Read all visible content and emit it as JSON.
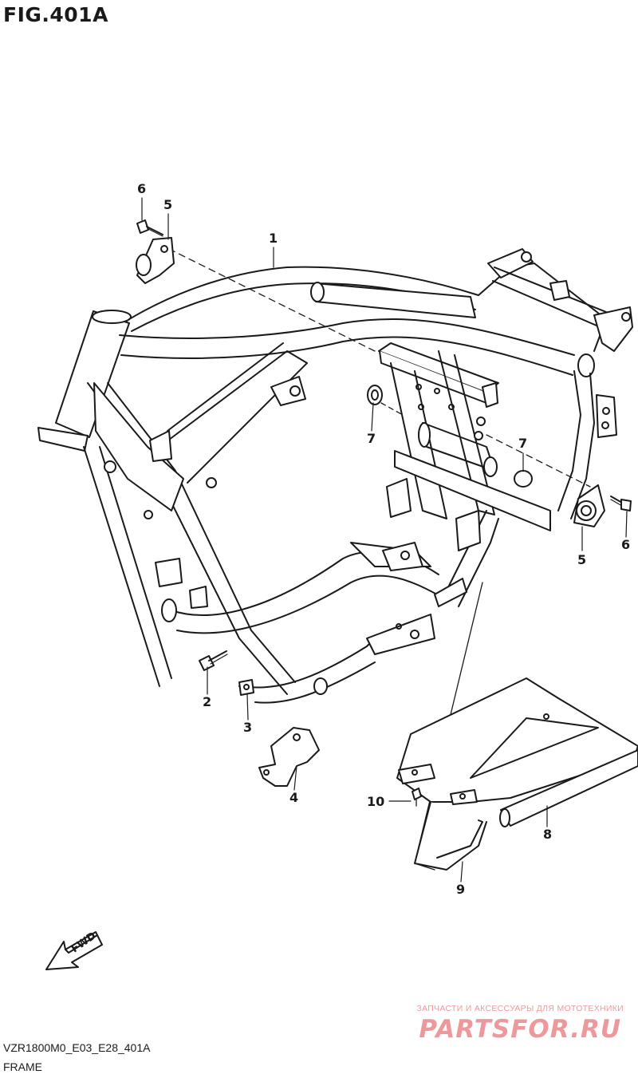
{
  "header": {
    "figure_id": "FIG.401A"
  },
  "callouts": {
    "c1": "1",
    "c2": "2",
    "c3": "3",
    "c4": "4",
    "c5a": "5",
    "c5b": "5",
    "c6a": "6",
    "c6b": "6",
    "c7a": "7",
    "c7b": "7",
    "c8": "8",
    "c9": "9",
    "c10": "10"
  },
  "fwd_label": "FWD",
  "footer": {
    "code": "VZR1800M0_E03_E28_401A",
    "name": "FRAME"
  },
  "watermark": {
    "tagline": "ЗАПЧАСТИ И АКСЕССУАРЫ ДЛЯ МОТОТЕХНИКИ",
    "logo": "PARTSFOR.RU",
    "color": "#e8787c"
  },
  "colors": {
    "ink": "#1a1a1a",
    "background": "#ffffff"
  }
}
